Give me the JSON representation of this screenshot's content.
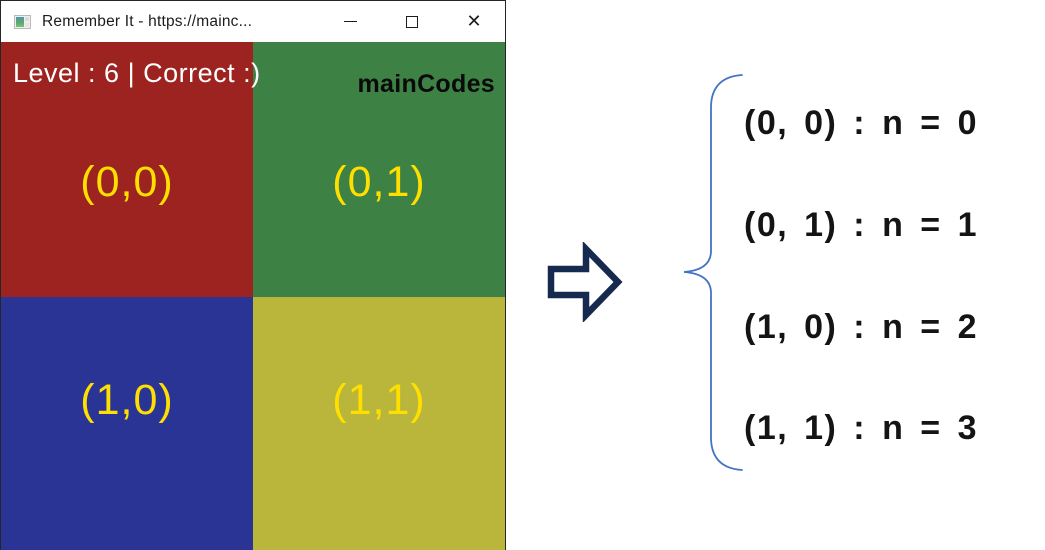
{
  "window": {
    "title": "Remember It - https://mainc...",
    "controls": {
      "close_glyph": "✕"
    }
  },
  "hud": {
    "status": "Level : 6 | Correct :)",
    "watermark": "mainCodes"
  },
  "board": {
    "label_color": "#ffdf00",
    "cells": [
      {
        "label": "(0,0)",
        "color": "#9c2320",
        "position": "top-left"
      },
      {
        "label": "(0,1)",
        "color": "#3e8144",
        "position": "top-right"
      },
      {
        "label": "(1,0)",
        "color": "#2a3494",
        "position": "bottom-left"
      },
      {
        "label": "(1,1)",
        "color": "#b9b63b",
        "position": "bottom-right"
      }
    ]
  },
  "mapping": {
    "lines": [
      "(0, 0) : n = 0",
      "(0, 1) : n = 1",
      "(1, 0) : n = 2",
      "(1, 1) : n = 3"
    ]
  },
  "annotation_colors": {
    "arrow_outline": "#16294f",
    "brace_stroke": "#4472c4"
  }
}
